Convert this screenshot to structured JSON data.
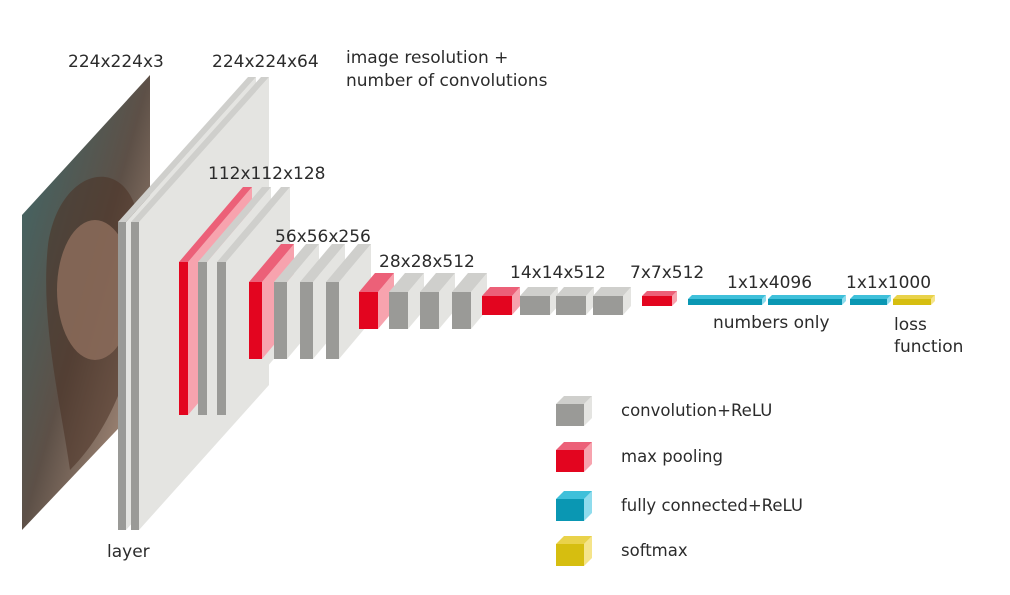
{
  "colors": {
    "conv": [
      "#9a9a97",
      "#e4e4e1",
      "#cfcfcc"
    ],
    "pool": [
      "#e3051f",
      "#f7a3ae",
      "#ec6078"
    ],
    "fc": [
      "#0a97b3",
      "#8fdced",
      "#3fc0da"
    ],
    "softmax": [
      "#d6be10",
      "#f5e48a",
      "#e9d24a"
    ],
    "photo": [
      "#3d6a6b",
      "#5d5047",
      "#c9a792"
    ]
  },
  "labels": {
    "input": "224x224x3",
    "block1": "224x224x64",
    "block2": "112x112x128",
    "block3": "56x56x256",
    "block4": "28x28x512",
    "block5": "14x14x512",
    "pool5": "7x7x512",
    "fc1": "1x1x4096",
    "fc3": "1x1x1000",
    "note_line1": "image resolution +",
    "note_line2": "number of convolutions",
    "numbers_only": "numbers only",
    "loss_line1": "loss",
    "loss_line2": "function",
    "layer": "layer"
  },
  "legend": [
    {
      "type": "conv",
      "label": "convolution+ReLU"
    },
    {
      "type": "pool",
      "label": "max pooling"
    },
    {
      "type": "fc",
      "label": "fully connected+ReLU"
    },
    {
      "type": "softmax",
      "label": "softmax"
    }
  ]
}
